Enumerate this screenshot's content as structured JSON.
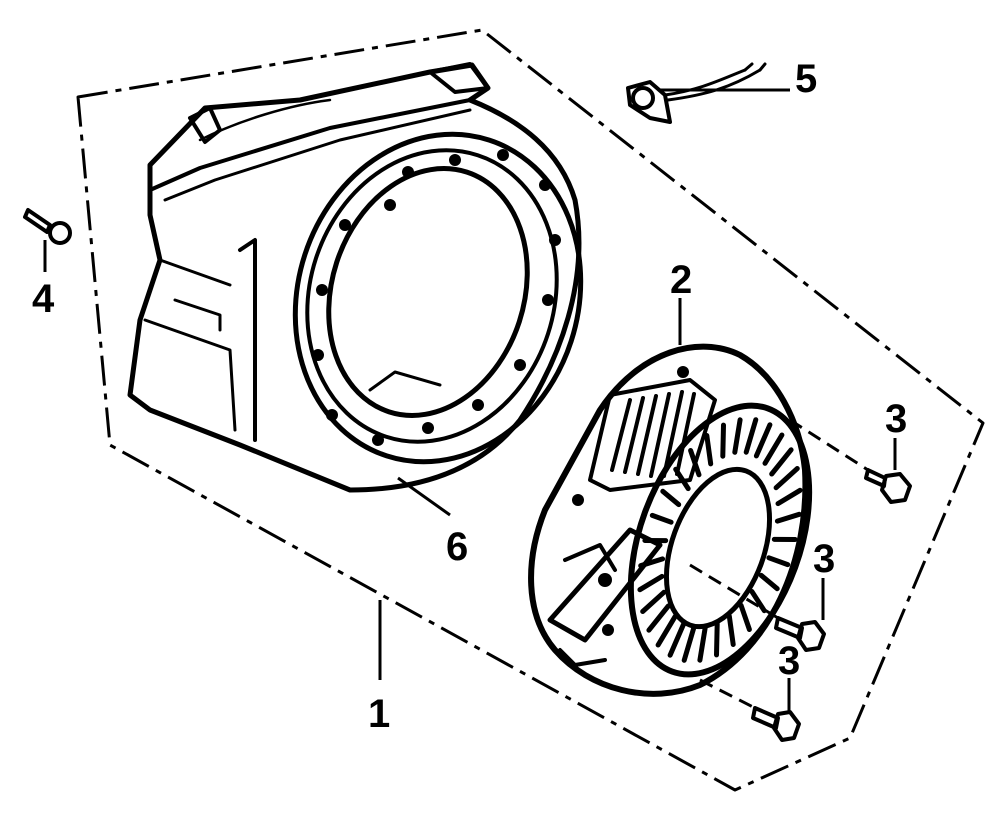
{
  "callouts": {
    "assembly": "1",
    "starter": "2",
    "bolt_a": "3",
    "bolt_b": "3",
    "bolt_c": "3",
    "screw": "4",
    "wire": "5",
    "shroud": "6"
  },
  "colors": {
    "ink": "#000000",
    "paper": "#ffffff"
  }
}
